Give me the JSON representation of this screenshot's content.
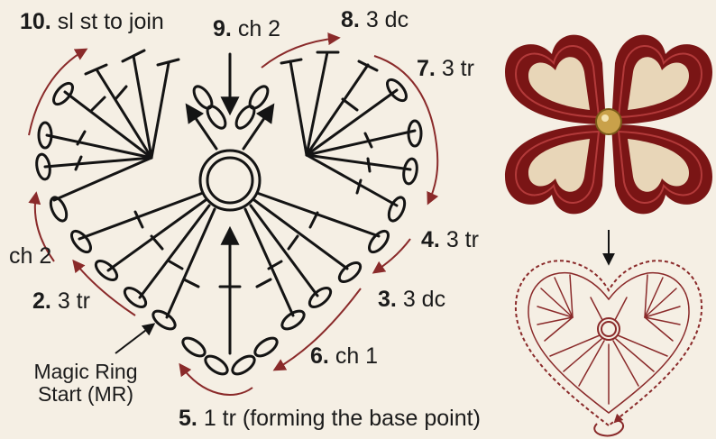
{
  "colors": {
    "background": "#f5efe4",
    "stitch_ink": "#141414",
    "direction_arrow": "#8a2a2a",
    "flower_petal_dark": "#7a1515",
    "flower_petal_light": "#e8d6b8",
    "flower_center": "#c9a14a"
  },
  "labels": {
    "step10_num": "10.",
    "step10_text": "sl st to join",
    "step9_num": "9.",
    "step9_text": "ch 2",
    "step8_num": "8.",
    "step8_text": "3 dc",
    "step7_num": "7.",
    "step7_text": "3 tr",
    "step4_num": "4.",
    "step4_text": "3 tr",
    "step3_num": "3.",
    "step3_text": "3 dc",
    "step6_num": "6.",
    "step6_text": "ch 1",
    "step5_num": "5.",
    "step5_text": "1 tr (forming the base point)",
    "step2_num": "2.",
    "step2_text": "3 tr",
    "ch2_text": "ch 2",
    "magic_ring_line1": "Magic Ring",
    "magic_ring_line2": "Start (MR)"
  }
}
